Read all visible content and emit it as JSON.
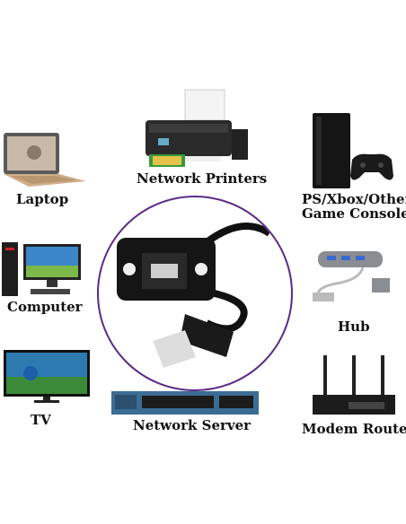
{
  "devices": {
    "network_printers": "Network Printers",
    "laptop": "Laptop",
    "game_console_line1": "PS/Xbox/Other",
    "game_console_line2": "Game Console",
    "computer": "Computer",
    "hub": "Hub",
    "tv": "TV",
    "network_server": "Network Server",
    "modem_router": "Modem Router"
  },
  "icons": {
    "printer": "printer-icon",
    "laptop": "laptop-icon",
    "console": "game-console-icon",
    "computer": "desktop-computer-icon",
    "hub": "usb-hub-icon",
    "tv": "tv-icon",
    "server": "network-switch-icon",
    "router": "router-icon",
    "cable": "ethernet-extension-cable-icon"
  },
  "colors": {
    "circle_border": "#5b2a86",
    "label_text": "#111111"
  }
}
